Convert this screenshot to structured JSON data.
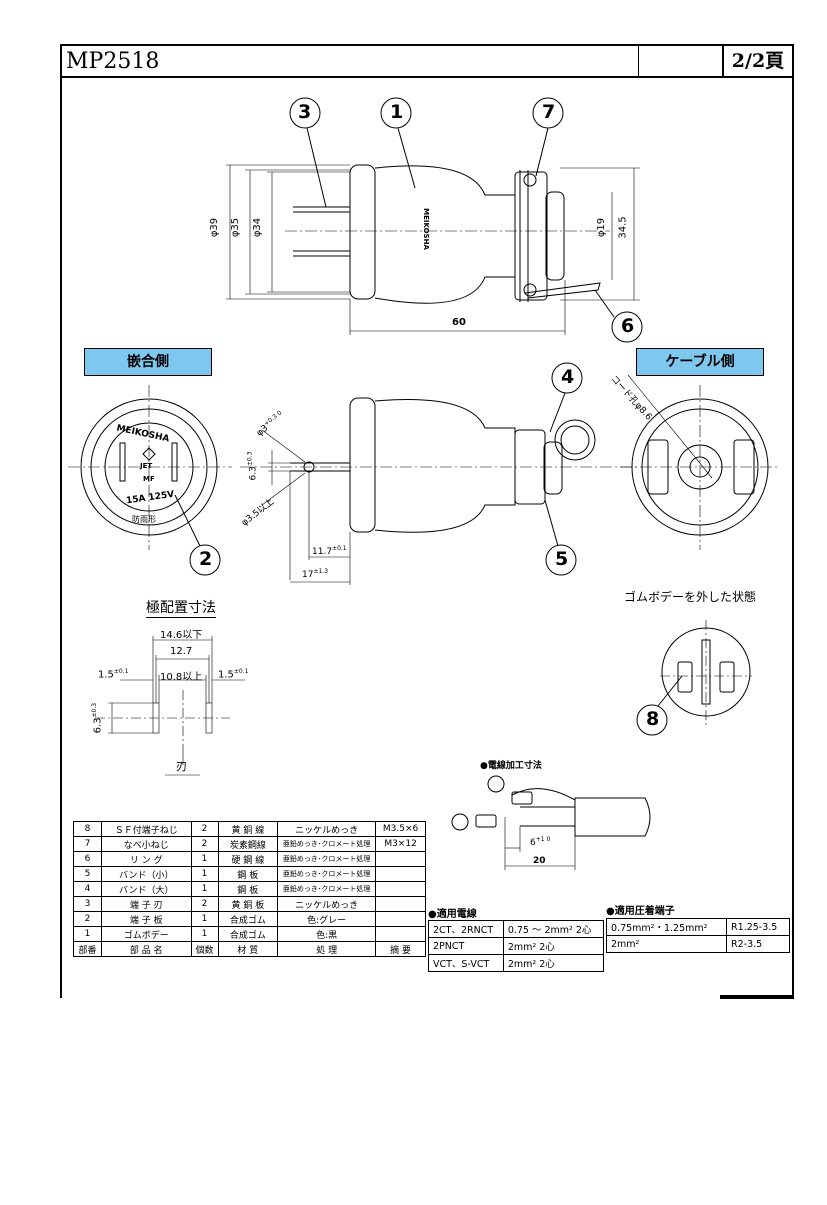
{
  "header": {
    "code": "MP2518",
    "page": "2/2頁"
  },
  "views": {
    "mating_side": "嵌合側",
    "cable_side": "ケーブル側",
    "rubber_removed": "ゴムボデーを外した状態",
    "pole_layout": "極配置寸法",
    "blade": "刃",
    "wire_process": "●電線加工寸法",
    "cord_hole": "コード孔φ8.6",
    "drip_proof": "防雨形"
  },
  "markings": {
    "maker": "MEIKOSHA",
    "cert": "JET",
    "rating": "15A 125V",
    "mark": "MF"
  },
  "dims": {
    "d39": "φ39",
    "d35": "φ35",
    "d34": "φ34",
    "d19": "φ19",
    "h345": "34.5",
    "len60": "60",
    "d3": "φ3",
    "d3_tol": "+0.3 0",
    "d35min": "φ3.5以上",
    "h63": "6.3",
    "h63_tol": "±0.3",
    "len117": "11.7",
    "len117_tol": "±0.1",
    "len17": "17",
    "len17_tol": "±1.3",
    "w146": "14.6以下",
    "w127": "12.7",
    "w108": "10.8以上",
    "w15": "1.5",
    "w15_tol": "±0.1",
    "strip6": "6",
    "strip6_tol": "+1 0",
    "strip20": "20"
  },
  "callouts": [
    "1",
    "2",
    "3",
    "4",
    "5",
    "6",
    "7",
    "8"
  ],
  "parts_table": {
    "headers": [
      "部番",
      "部 品 名",
      "個数",
      "材 質",
      "処 理",
      "摘 要"
    ],
    "rows": [
      [
        "8",
        "ＳＦ付端子ねじ",
        "2",
        "黄 銅 線",
        "ニッケルめっき",
        "M3.5×6"
      ],
      [
        "7",
        "なべ小ねじ",
        "2",
        "炭素鋼線",
        "亜鉛めっき･クロメート処理",
        "M3×12"
      ],
      [
        "6",
        "リ ン グ",
        "1",
        "硬 鋼 線",
        "亜鉛めっき･クロメート処理",
        ""
      ],
      [
        "5",
        "バンド（小）",
        "1",
        "鋼 板",
        "亜鉛めっき･クロメート処理",
        ""
      ],
      [
        "4",
        "バンド（大）",
        "1",
        "鋼 板",
        "亜鉛めっき･クロメート処理",
        ""
      ],
      [
        "3",
        "端 子 刃",
        "2",
        "黄 銅 板",
        "ニッケルめっき",
        ""
      ],
      [
        "2",
        "端 子 板",
        "1",
        "合成ゴム",
        "色:グレー",
        ""
      ],
      [
        "1",
        "ゴムボデー",
        "1",
        "合成ゴム",
        "色:黒",
        ""
      ]
    ]
  },
  "wire_table": {
    "title": "●適用電線",
    "rows": [
      [
        "2CT、2RNCT",
        "0.75 ～ 2mm² 2心"
      ],
      [
        "2PNCT",
        "2mm² 2心"
      ],
      [
        "VCT、S-VCT",
        "2mm² 2心"
      ]
    ]
  },
  "terminal_table": {
    "title": "●適用圧着端子",
    "rows": [
      [
        "0.75mm²・1.25mm²",
        "R1.25-3.5"
      ],
      [
        "2mm²",
        "R2-3.5"
      ]
    ]
  }
}
